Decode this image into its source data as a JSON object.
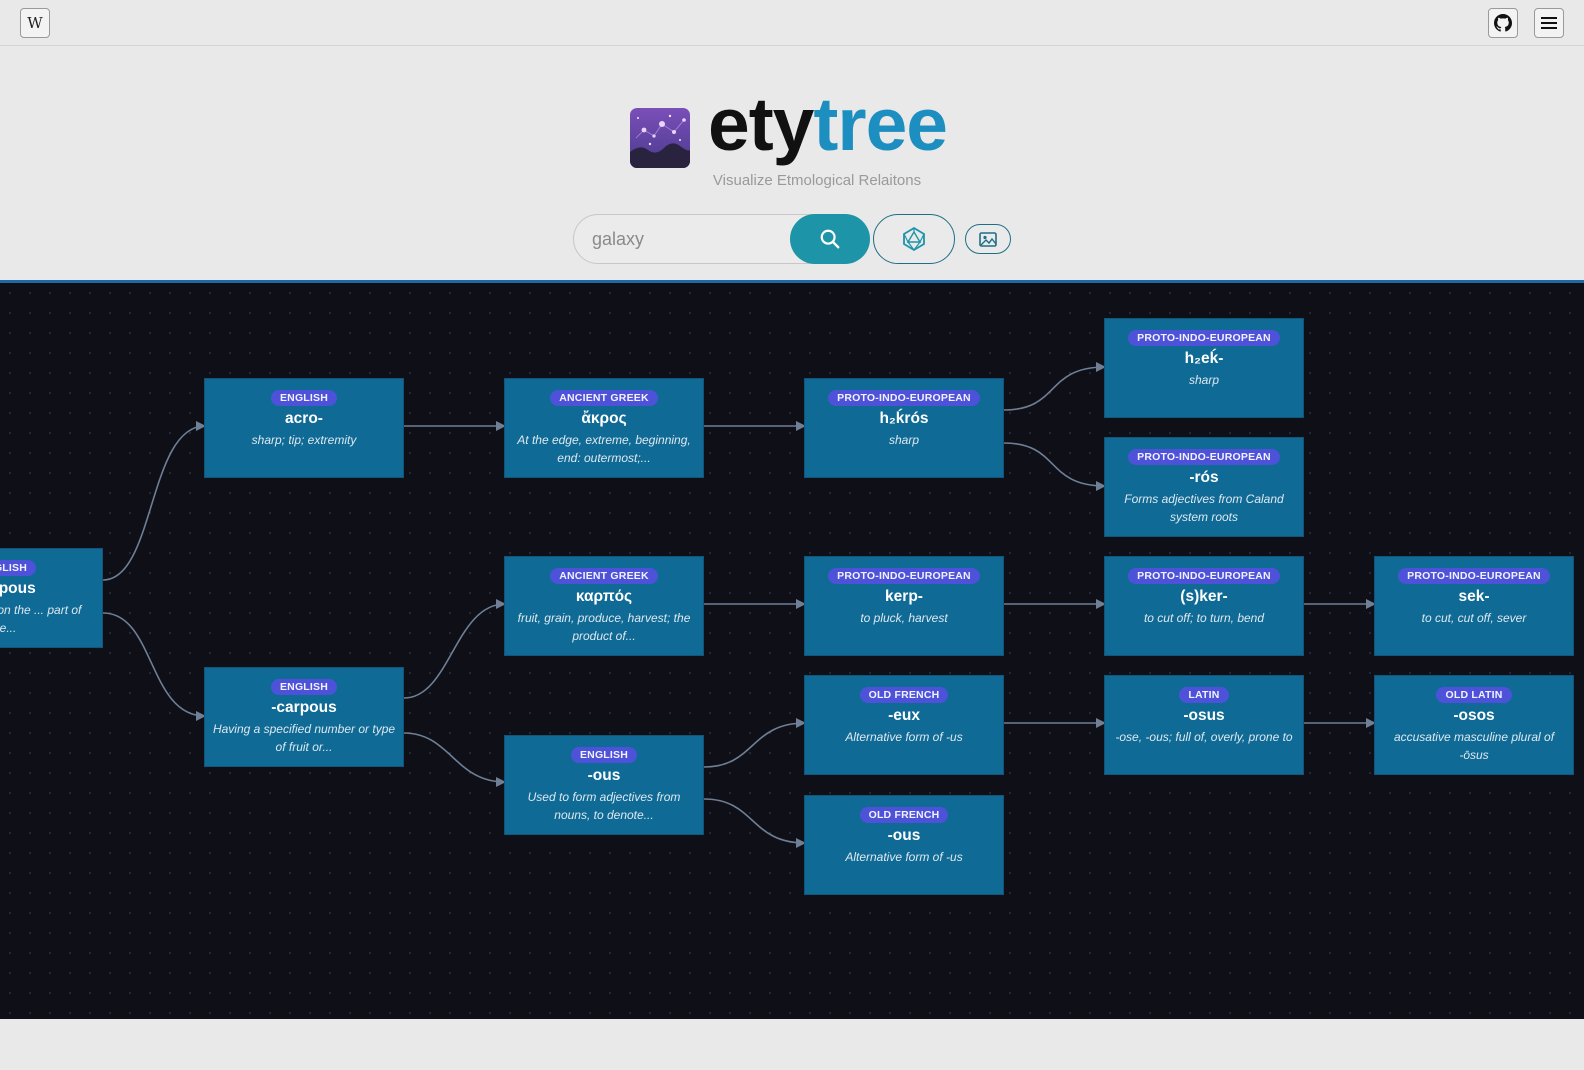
{
  "topbar": {
    "wiki_icon": "W",
    "github_icon": "github-icon",
    "menu_icon": "hamburger-icon"
  },
  "brand": {
    "name_part1": "ety",
    "name_part2": "tree",
    "tagline": "Visualize Etmological Relaitons",
    "accent": "#1d8ec0"
  },
  "search": {
    "value": "galaxy",
    "placeholder": "galaxy"
  },
  "graph": {
    "background": "#0e0f17",
    "node_color": "#0f6b96",
    "badge_color": "#4d52d9",
    "nodes": [
      {
        "lang": "ENGLISH",
        "word": "-carpous",
        "def": "archegonium on the ... part of the..."
      },
      {
        "lang": "ENGLISH",
        "word": "acro-",
        "def": "sharp; tip; extremity"
      },
      {
        "lang": "ENGLISH",
        "word": "-carpous",
        "def": "Having a specified number or type of fruit or..."
      },
      {
        "lang": "ANCIENT GREEK",
        "word": "ἄκρος",
        "def": "At the edge, extreme, beginning, end: outermost;..."
      },
      {
        "lang": "ANCIENT GREEK",
        "word": "καρπός",
        "def": "fruit, grain, produce, harvest; the product of..."
      },
      {
        "lang": "ENGLISH",
        "word": "-ous",
        "def": "Used to form adjectives from nouns, to denote..."
      },
      {
        "lang": "PROTO-INDO-EUROPEAN",
        "word": "h₂ḱrós",
        "def": "sharp"
      },
      {
        "lang": "PROTO-INDO-EUROPEAN",
        "word": "kerp-",
        "def": "to pluck, harvest"
      },
      {
        "lang": "OLD FRENCH",
        "word": "-eux",
        "def": "Alternative form of -us"
      },
      {
        "lang": "OLD FRENCH",
        "word": "-ous",
        "def": "Alternative form of -us"
      },
      {
        "lang": "PROTO-INDO-EUROPEAN",
        "word": "h₂eḱ-",
        "def": "sharp"
      },
      {
        "lang": "PROTO-INDO-EUROPEAN",
        "word": "-rós",
        "def": "Forms adjectives from Caland system roots"
      },
      {
        "lang": "PROTO-INDO-EUROPEAN",
        "word": "(s)ker-",
        "def": "to cut off; to turn, bend"
      },
      {
        "lang": "LATIN",
        "word": "-osus",
        "def": "-ose, -ous; full of, overly, prone to"
      },
      {
        "lang": "PROTO-INDO-EUROPEAN",
        "word": "sek-",
        "def": "to cut, cut off, sever"
      },
      {
        "lang": "OLD LATIN",
        "word": "-osos",
        "def": "accusative masculine plural of -ōsus"
      }
    ]
  }
}
